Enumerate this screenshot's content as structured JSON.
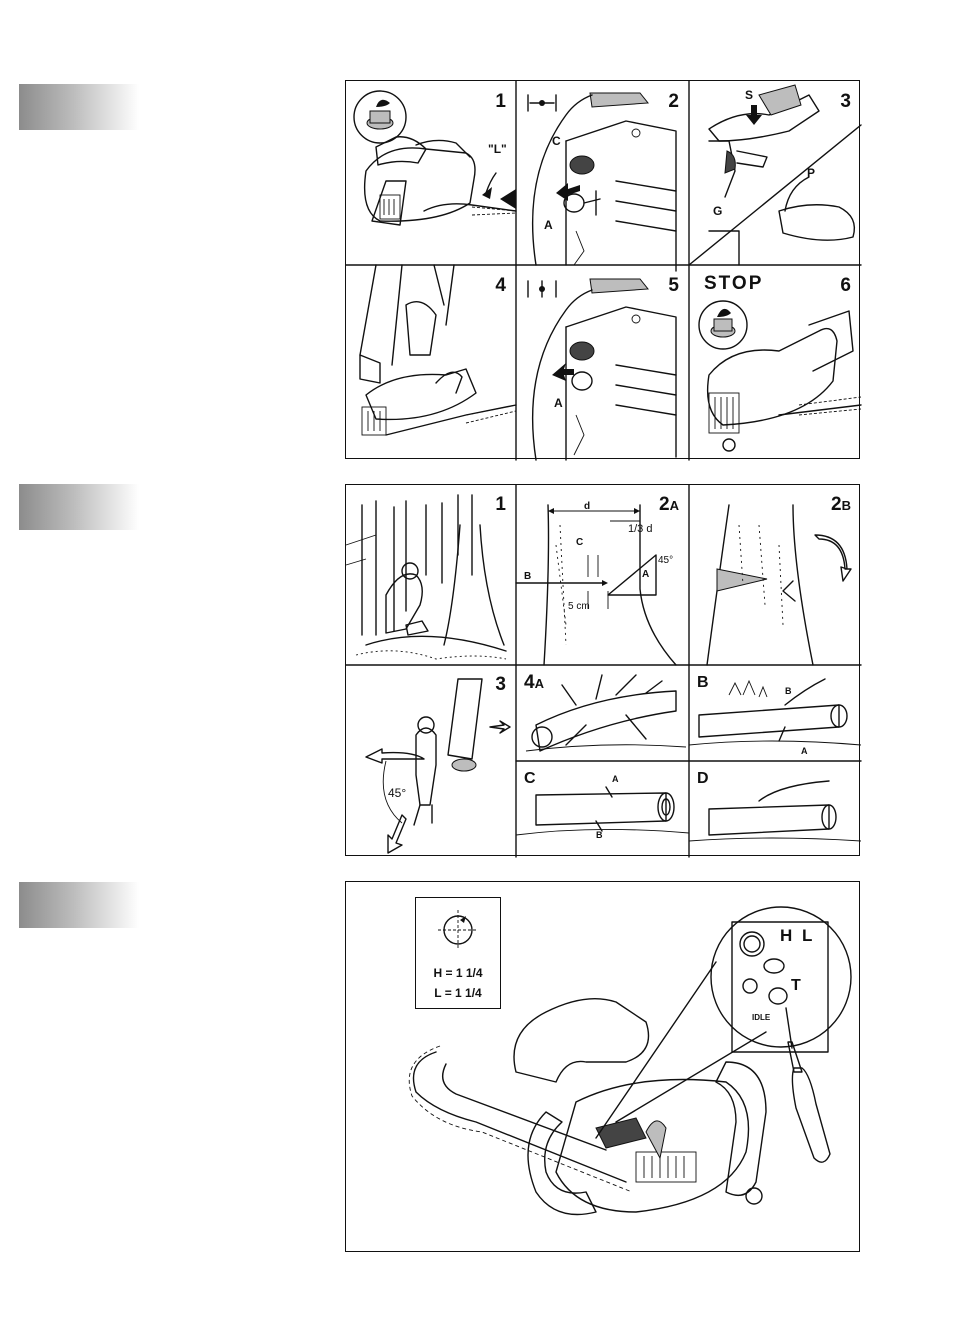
{
  "section1": {
    "panels": [
      {
        "num": "1",
        "label": "\"L\""
      },
      {
        "num": "2",
        "labels": [
          "C",
          "A"
        ]
      },
      {
        "num": "3",
        "labels": [
          "S",
          "P",
          "G"
        ]
      },
      {
        "num": "4"
      },
      {
        "num": "5",
        "labels": [
          "A"
        ]
      },
      {
        "num": "6",
        "stop": "STOP"
      }
    ]
  },
  "section2": {
    "panels": [
      {
        "num": "1"
      },
      {
        "num": "2",
        "suffix": "A",
        "labels": {
          "d": "d",
          "third": "1/3 d",
          "c": "C",
          "a": "A",
          "angle": "45°",
          "b": "B",
          "cm": "5 cm"
        }
      },
      {
        "num": "2",
        "suffix": "B"
      },
      {
        "num": "3",
        "angle": "45°"
      },
      {
        "num": "4",
        "suffix": "A"
      },
      {
        "letter": "B",
        "labels": [
          "B",
          "A"
        ]
      },
      {
        "letter": "C",
        "labels": [
          "A",
          "B"
        ]
      },
      {
        "letter": "D"
      }
    ]
  },
  "section3": {
    "setting_h": "H = 1 1/4",
    "setting_l": "L = 1 1/4",
    "screw_h": "H",
    "screw_l": "L",
    "screw_t": "T",
    "idle": "IDLE"
  }
}
